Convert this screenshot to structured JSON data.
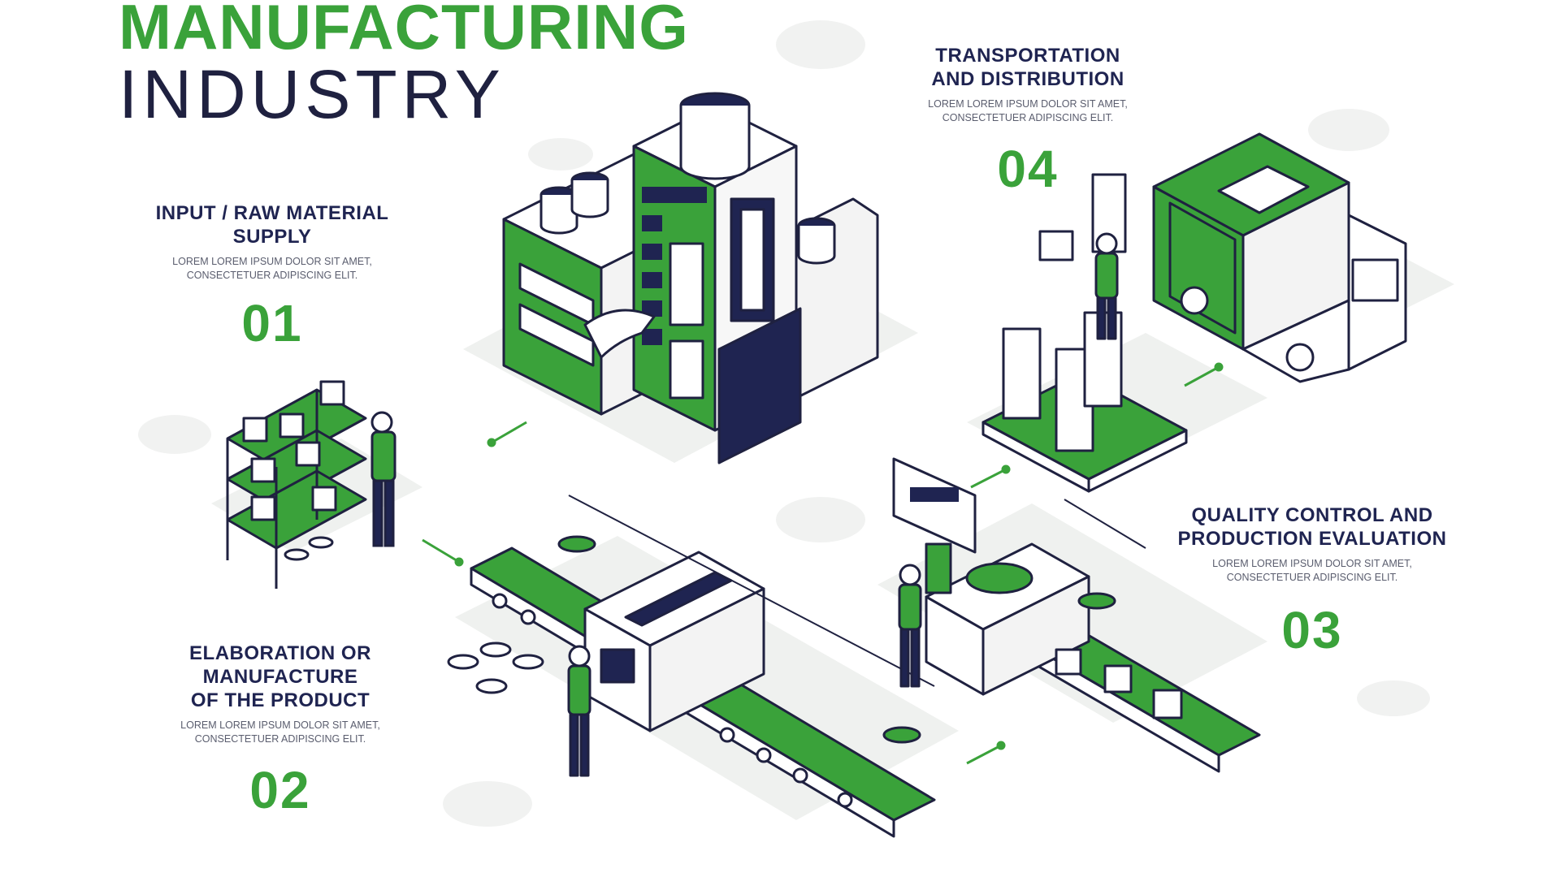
{
  "title": {
    "line1": "MANUFACTURING",
    "line2": "INDUSTRY"
  },
  "steps": [
    {
      "number": "01",
      "heading": "INPUT / RAW MATERIAL\nSUPPLY",
      "body": "LOREM LOREM IPSUM DOLOR SIT AMET,\nCONSECTETUER ADIPISCING ELIT."
    },
    {
      "number": "02",
      "heading": "ELABORATION OR\nMANUFACTURE\nOF THE PRODUCT",
      "body": "LOREM LOREM IPSUM DOLOR SIT AMET,\nCONSECTETUER ADIPISCING ELIT."
    },
    {
      "number": "03",
      "heading": "QUALITY CONTROL AND\nPRODUCTION EVALUATION",
      "body": "LOREM LOREM IPSUM DOLOR SIT AMET,\nCONSECTETUER ADIPISCING ELIT."
    },
    {
      "number": "04",
      "heading": "TRANSPORTATION\nAND DISTRIBUTION",
      "body": "LOREM LOREM IPSUM DOLOR SIT AMET,\nCONSECTETUER ADIPISCING ELIT."
    }
  ],
  "colors": {
    "green": "#3aa23a",
    "navy": "#1f2451",
    "shadow": "#eef0ee",
    "outline": "#1f2140"
  },
  "illustrations": [
    "factory-building",
    "warehouse-shelf",
    "assembly-conveyor",
    "quality-conveyor",
    "pallet-boxes",
    "delivery-truck",
    "worker-figure"
  ]
}
